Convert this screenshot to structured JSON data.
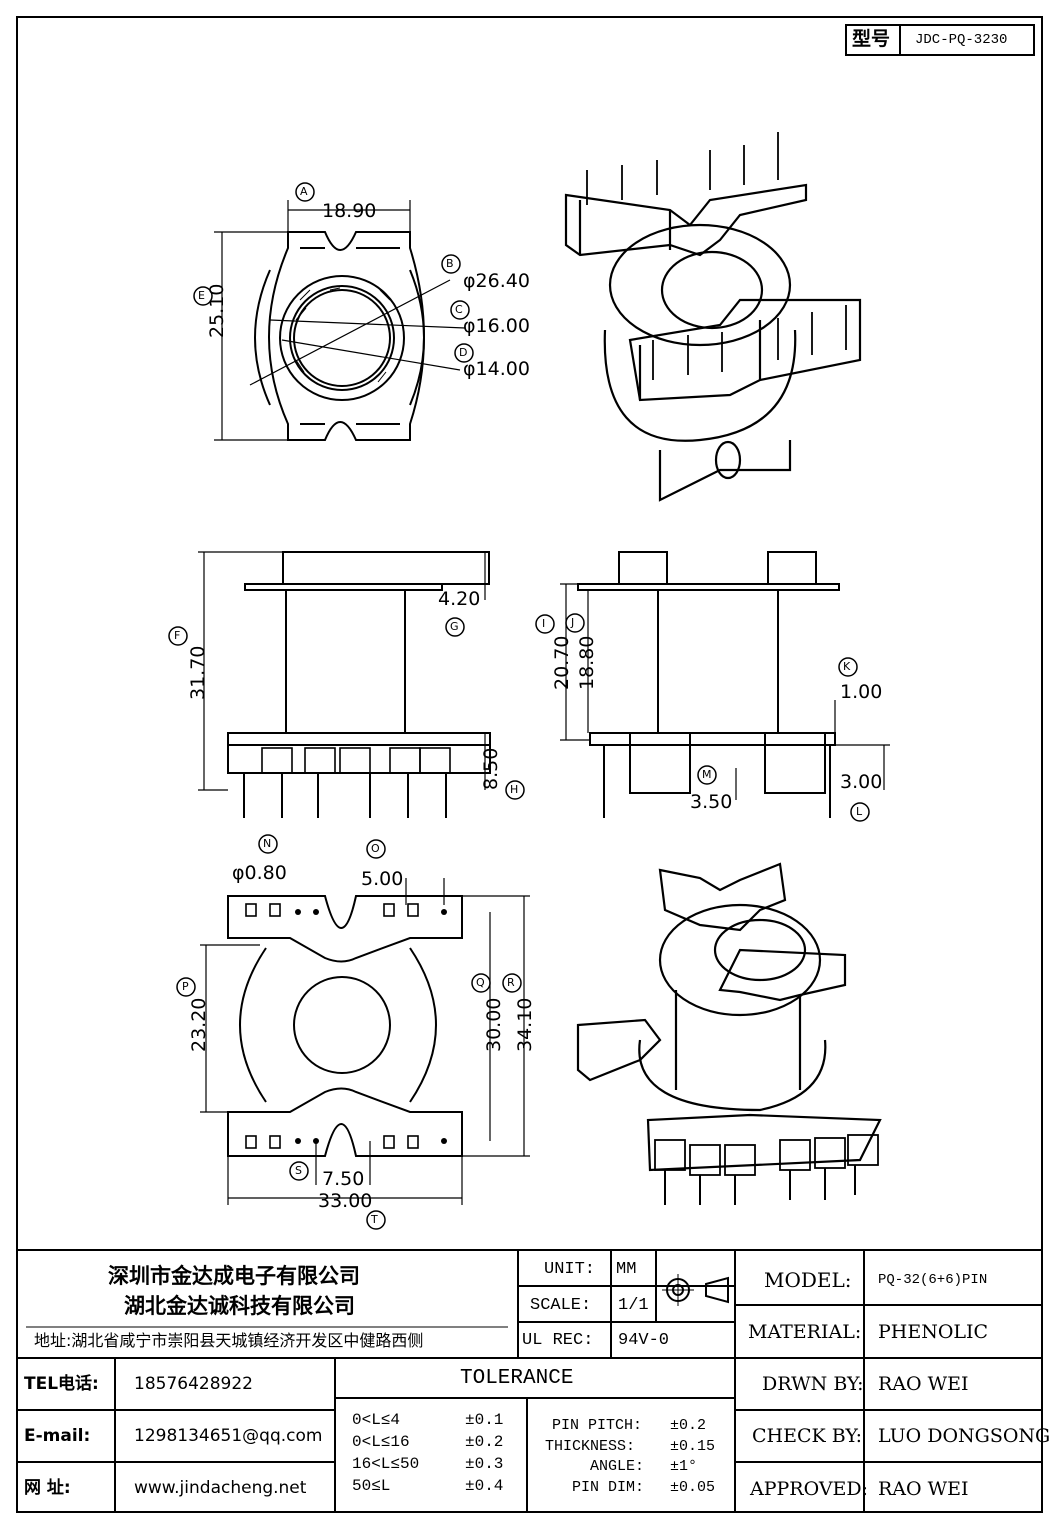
{
  "header": {
    "model_label": "型号",
    "model_code": "JDC-PQ-3230"
  },
  "dimensions": {
    "A": "18.90",
    "B": "φ26.40",
    "C": "φ16.00",
    "D": "φ14.00",
    "E": "25.10",
    "F": "31.70",
    "G": "4.20",
    "H": "8.50",
    "I": "20.70",
    "J": "18.80",
    "K": "1.00",
    "L": "3.00",
    "M": "3.50",
    "N": "φ0.80",
    "O": "5.00",
    "P": "23.20",
    "Q": "30.00",
    "R": "34.10",
    "S": "7.50",
    "T": "33.00"
  },
  "company": {
    "name1": "深圳市金达成电子有限公司",
    "name2": "湖北金达诚科技有限公司",
    "address": "地址:湖北省咸宁市崇阳县天城镇经济开发区中健路西侧"
  },
  "contact": {
    "tel_label": "TEL电话:",
    "tel": "18576428922",
    "email_label": "E-mail:",
    "email": "1298134651@qq.com",
    "web_label": "网    址:",
    "web": "www.jindacheng.net"
  },
  "spec": {
    "unit_label": "UNIT:",
    "unit": "MM",
    "scale_label": "SCALE:",
    "scale": "1/1",
    "ulrec_label": "UL REC:",
    "ulrec": "94V-0"
  },
  "tolerance": {
    "title": "TOLERANCE",
    "rows": [
      {
        "range": "0<L≤4",
        "value": "±0.1"
      },
      {
        "range": "0<L≤16",
        "value": "±0.2"
      },
      {
        "range": "16<L≤50",
        "value": "±0.3"
      },
      {
        "range": "50≤L",
        "value": "±0.4"
      }
    ],
    "extra": [
      {
        "label": "PIN PITCH:",
        "value": "±0.2"
      },
      {
        "label": "THICKNESS:",
        "value": "±0.15"
      },
      {
        "label": "ANGLE:",
        "value": "±1°"
      },
      {
        "label": "PIN DIM:",
        "value": "±0.05"
      }
    ]
  },
  "info": {
    "model_label": "MODEL:",
    "model": "PQ-32(6+6)PIN",
    "material_label": "MATERIAL:",
    "material": "PHENOLIC",
    "drawn_label": "DRWN BY:",
    "drawn": "RAO WEI",
    "check_label": "CHECK BY:",
    "check": "LUO DONGSONG",
    "approved_label": "APPROVED:",
    "approved": "RAO WEI"
  }
}
